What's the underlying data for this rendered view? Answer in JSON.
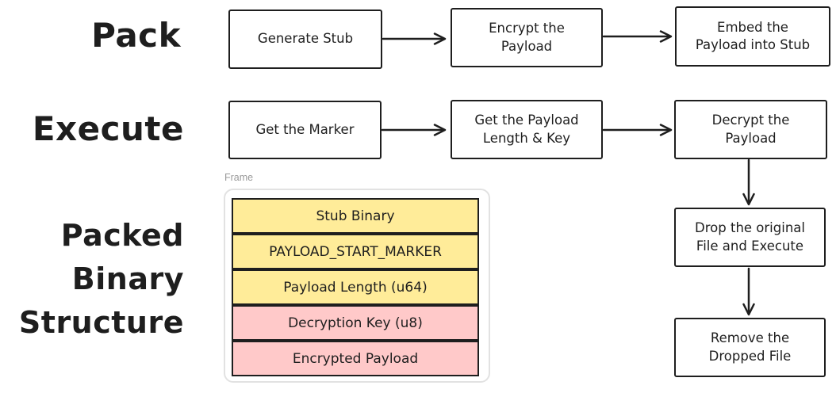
{
  "diagram": {
    "pack": {
      "label": "Pack",
      "boxes": [
        {
          "label": "Generate Stub"
        },
        {
          "label": "Encrypt the\nPayload"
        },
        {
          "label": "Embed the\nPayload into Stub"
        }
      ]
    },
    "execute": {
      "label": "Execute",
      "boxes": [
        {
          "label": "Get the Marker"
        },
        {
          "label": "Get the Payload\nLength & Key"
        },
        {
          "label": "Decrypt the\nPayload"
        },
        {
          "label": "Drop the original\nFile and Execute"
        },
        {
          "label": "Remove the\nDropped File"
        }
      ]
    },
    "structure": {
      "label_line1": "Packed",
      "label_line2": "Binary",
      "label_line3": "Structure",
      "frame_label": "Frame",
      "rows": [
        {
          "label": "Stub Binary",
          "color": "#ffec99"
        },
        {
          "label": "PAYLOAD_START_MARKER",
          "color": "#ffec99"
        },
        {
          "label": "Payload Length (u64)",
          "color": "#ffec99"
        },
        {
          "label": "Decryption Key (u8)",
          "color": "#ffc9c9"
        },
        {
          "label": "Encrypted Payload",
          "color": "#ffc9c9"
        }
      ]
    },
    "colors": {
      "ink": "#1e1e1e",
      "yellow": "#ffec99",
      "pink": "#ffc9c9",
      "frame_border": "#e2e2e2",
      "frame_label_gray": "#9a9a9a",
      "background": "#ffffff"
    }
  }
}
